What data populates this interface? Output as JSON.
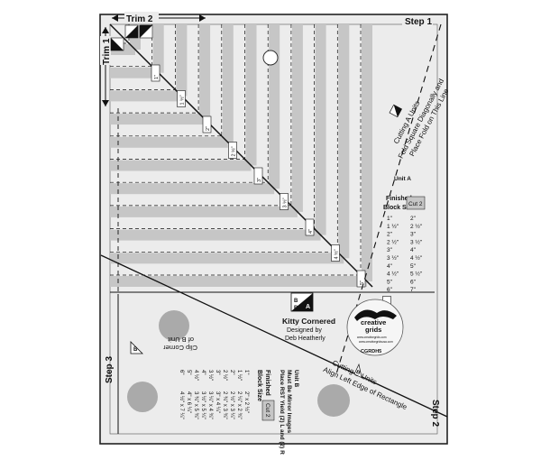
{
  "labels": {
    "trim2": "Trim 2",
    "trim1": "Trim 1",
    "step1": "Step 1",
    "step2": "Step 2",
    "step3": "Step 3",
    "cutting_a_line1": "Cutting A Units",
    "cutting_a_line2": "Fold Square Diagonally and",
    "cutting_a_line3": "Place Fold on This Line",
    "cutting_b_line1": "Cutting B Units",
    "cutting_b_line2": "Align Left Edge of Rectangle",
    "clip_line1": "Clip Corner",
    "clip_line2": "of B Unit",
    "product_title": "Kitty Cornered",
    "designed_by": "Designed by",
    "designer": "Deb Heatherly",
    "sku": "CGRDH5"
  },
  "unit_a_table": {
    "title": "Unit A",
    "header_line1": "Finished",
    "header_line2": "Block Size",
    "cut_label": "Cut 2",
    "rows": [
      {
        "finished": "1\"",
        "cut": "2\""
      },
      {
        "finished": "1 ½\"",
        "cut": "2 ½\""
      },
      {
        "finished": "2\"",
        "cut": "3\""
      },
      {
        "finished": "2 ½\"",
        "cut": "3 ½\""
      },
      {
        "finished": "3\"",
        "cut": "4\""
      },
      {
        "finished": "3 ½\"",
        "cut": "4 ½\""
      },
      {
        "finished": "4\"",
        "cut": "5\""
      },
      {
        "finished": "4 ½\"",
        "cut": "5 ½\""
      },
      {
        "finished": "5\"",
        "cut": "6\""
      },
      {
        "finished": "6\"",
        "cut": "7\""
      }
    ]
  },
  "unit_b_table": {
    "title": "Unit B",
    "note_line1": "Must Be Mirror Images",
    "note_line2": "Place RST Yield (2) L and (2) R",
    "header_line1": "Finished",
    "header_line2": "Block Size",
    "cut_label": "Cut 2",
    "rows": [
      {
        "finished": "1\"",
        "cut": "2\" x 2 ½\""
      },
      {
        "finished": "1 ½\"",
        "cut": "2 ¼\" x 2 ¾\""
      },
      {
        "finished": "2\"",
        "cut": "2 ½\" x 3 ¼\""
      },
      {
        "finished": "2 ½\"",
        "cut": "2 ¾\" x 3 ¾\""
      },
      {
        "finished": "3\"",
        "cut": "3\" x 4 ¼\""
      },
      {
        "finished": "3 ½\"",
        "cut": "3 ¼\" x 4 ¾\""
      },
      {
        "finished": "4\"",
        "cut": "3 ½\" x 5 ¼\""
      },
      {
        "finished": "4 ½\"",
        "cut": "3 ¾\" x 5 ¾\""
      },
      {
        "finished": "5\"",
        "cut": "4\" x 6 ¼\""
      },
      {
        "finished": "6\"",
        "cut": "4 ½\" x 7 ¼\""
      }
    ]
  },
  "staircase_labels": [
    "1\"",
    "1 ½\"",
    "2\"",
    "2 ½\"",
    "3\"",
    "3 ½\"",
    "4\"",
    "4 ½\"",
    "5\"",
    "6\""
  ],
  "colors": {
    "ruler_body": "#ececec",
    "stripe": "#c6c6c6",
    "circle": "#aaaaaa",
    "ink": "#111111"
  }
}
